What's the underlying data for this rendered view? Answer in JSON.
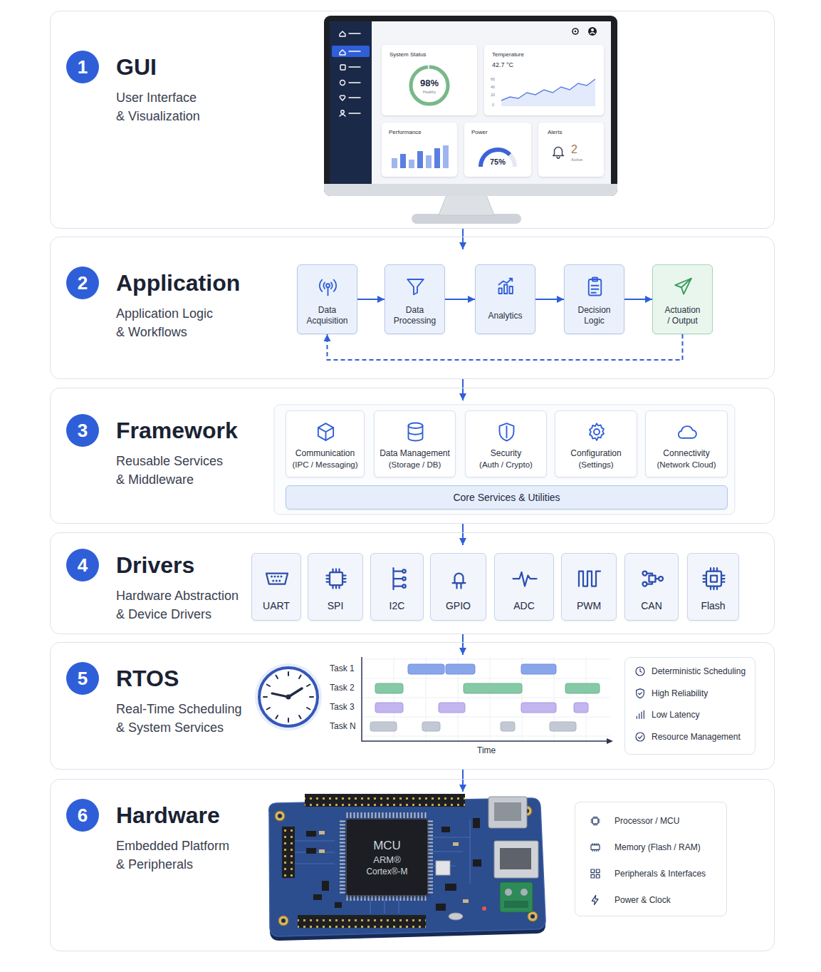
{
  "diagram": {
    "nodes": [
      {
        "text": [
          "GUI",
          "User Interface & Visualization"
        ]
      },
      {
        "text": [
          "1"
        ],
        "in": 0
      },
      {
        "text": [
          "System Status",
          "98%",
          "Healthy"
        ],
        "in": 0
      },
      {
        "text": [
          "Temperature",
          "42.7 °C",
          "60",
          "40",
          "20",
          "0"
        ],
        "in": 0
      },
      {
        "text": [
          "Performance"
        ],
        "in": 0
      },
      {
        "text": [
          "Power",
          "75%"
        ],
        "in": 0
      },
      {
        "text": [
          "Alerts",
          "2",
          "Active"
        ],
        "in": 0
      },
      {
        "text": [
          "Application",
          "Application Logic & Workflows"
        ]
      },
      {
        "text": [
          "2"
        ],
        "in": 7
      },
      {
        "text": [
          "Data Acquisition"
        ],
        "in": 7
      },
      {
        "text": [
          "Data Processing"
        ],
        "in": 7
      },
      {
        "text": [
          "Analytics"
        ],
        "in": 7
      },
      {
        "text": [
          "Decision Logic"
        ],
        "in": 7
      },
      {
        "text": [
          "Actuation / Output"
        ],
        "in": 7
      },
      {
        "text": [
          "Framework",
          "Reusable Services & Middleware"
        ]
      },
      {
        "text": [
          "3"
        ],
        "in": 14
      },
      {
        "text": [
          "Communication",
          "(IPC / Messaging)"
        ],
        "in": 14
      },
      {
        "text": [
          "Data Management",
          "(Storage / DB)"
        ],
        "in": 14
      },
      {
        "text": [
          "Security",
          "(Auth / Crypto)"
        ],
        "in": 14
      },
      {
        "text": [
          "Configuration",
          "(Settings)"
        ],
        "in": 14
      },
      {
        "text": [
          "Connectivity",
          "(Network Cloud)"
        ],
        "in": 14
      },
      {
        "text": [
          "Core Services & Utilities"
        ],
        "in": 14
      },
      {
        "text": [
          "Drivers",
          "Hardware Abstraction & Device Drivers"
        ]
      },
      {
        "text": [
          "4"
        ],
        "in": 22
      },
      {
        "text": [
          "UART"
        ],
        "in": 22
      },
      {
        "text": [
          "SPI"
        ],
        "in": 22
      },
      {
        "text": [
          "I2C"
        ],
        "in": 22
      },
      {
        "text": [
          "GPIO"
        ],
        "in": 22
      },
      {
        "text": [
          "ADC"
        ],
        "in": 22
      },
      {
        "text": [
          "PWM"
        ],
        "in": 22
      },
      {
        "text": [
          "CAN"
        ],
        "in": 22
      },
      {
        "text": [
          "Flash"
        ],
        "in": 22
      },
      {
        "text": [
          "RTOS",
          "Real-Time Scheduling & System Services"
        ]
      },
      {
        "text": [
          "5"
        ],
        "in": 32
      },
      {
        "text": [
          "Deterministic Scheduling",
          "High Reliability",
          "Low Latency",
          "Resource Management"
        ],
        "in": 32
      },
      {
        "text": [
          "Hardware",
          "Embedded Platform & Peripherals"
        ]
      },
      {
        "text": [
          "6"
        ],
        "in": 35
      },
      {
        "text": [
          "MCU",
          "ARM®",
          "Cortex®-M"
        ],
        "in": 35
      },
      {
        "text": [
          "Processor / MCU",
          "Memory (Flash / RAM)",
          "Peripherals & Interfaces",
          "Power & Clock"
        ],
        "in": 35
      }
    ],
    "edges": [
      {
        "from": 0,
        "to": 7,
        "arrow": "to"
      },
      {
        "from": 9,
        "to": 10,
        "arrow": "to"
      },
      {
        "from": 10,
        "to": 11,
        "arrow": "to"
      },
      {
        "from": 11,
        "to": 12,
        "arrow": "to"
      },
      {
        "from": 12,
        "to": 13,
        "arrow": "to"
      },
      {
        "from": 13,
        "to": 9,
        "arrow": "to"
      },
      {
        "from": 7,
        "to": 14,
        "arrow": "to"
      },
      {
        "from": 14,
        "to": 22,
        "arrow": "to"
      },
      {
        "from": 22,
        "to": 32,
        "arrow": "to"
      },
      {
        "from": 32,
        "to": 35,
        "arrow": "to"
      }
    ],
    "labels": [
      "Task 1",
      "Task 2",
      "Task 3",
      "Task N",
      "Time"
    ]
  }
}
